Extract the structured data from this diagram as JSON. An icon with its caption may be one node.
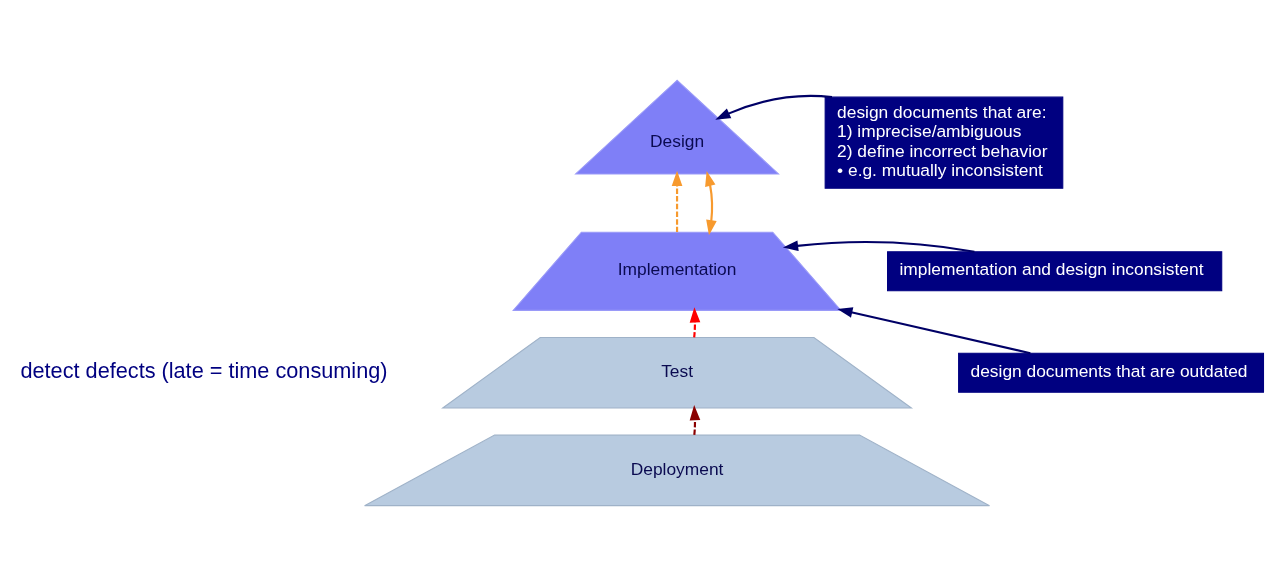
{
  "diagram": {
    "nodes": [
      {
        "text": [
          "Design"
        ]
      },
      {
        "text": [
          "Implementation"
        ]
      },
      {
        "text": [
          "Test"
        ]
      },
      {
        "text": [
          "Deployment"
        ]
      },
      {
        "text": [
          "design documents that are:",
          "1) imprecise/ambiguous",
          "2) define incorrect behavior",
          "• e.g. mutually inconsistent"
        ]
      },
      {
        "text": [
          "implementation and design inconsistent"
        ]
      },
      {
        "text": [
          "design documents that are outdated"
        ]
      }
    ],
    "edges": [
      {
        "from": 1,
        "to": 0,
        "arrow": "to",
        "style": "dashed",
        "color": "#f79a2e"
      },
      {
        "from": 0,
        "to": 1,
        "arrow": "both",
        "color": "#f79a2e"
      },
      {
        "from": 2,
        "to": 1,
        "arrow": "to",
        "style": "dashed",
        "color": "#ff0000"
      },
      {
        "from": 3,
        "to": 2,
        "arrow": "to",
        "style": "dashed",
        "color": "#8b0000"
      },
      {
        "from": 4,
        "to": 0,
        "arrow": "to"
      },
      {
        "from": 5,
        "to": 1,
        "arrow": "to"
      },
      {
        "from": 6,
        "to": 1,
        "arrow": "to"
      }
    ],
    "labels": [
      "detect defects (late = time consuming)"
    ]
  }
}
